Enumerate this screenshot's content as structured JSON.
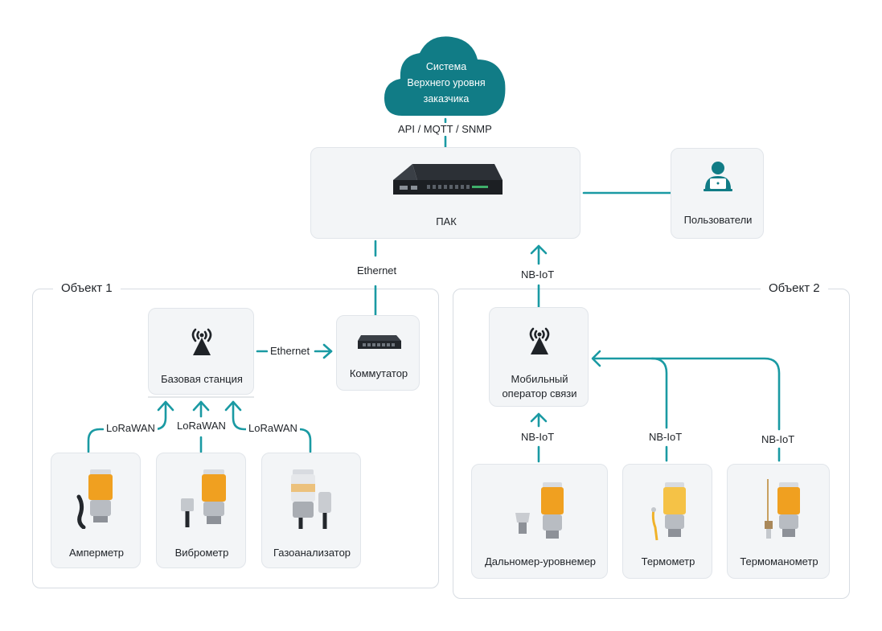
{
  "cloud": {
    "line1": "Система",
    "line2": "Верхнего уровня",
    "line3": "заказчика",
    "color": "#117c86"
  },
  "protocols": {
    "api": "API / MQTT / SNMP",
    "ethernet_top": "Ethernet",
    "ethernet_mid": "Ethernet",
    "nbiot_top": "NB-IoT",
    "lora1": "LoRaWAN",
    "lora2": "LoRaWAN",
    "lora3": "LoRaWAN",
    "nbiot_range": "NB-IoT",
    "nbiot_thermo": "NB-IoT",
    "nbiot_tmano": "NB-IoT"
  },
  "pak": {
    "label": "ПАК"
  },
  "users": {
    "label": "Пользователи"
  },
  "object1": {
    "title": "Объект 1",
    "base_station": "Базовая станция",
    "switch": "Коммутатор",
    "devices": [
      "Амперметр",
      "Виброметр",
      "Газоанализатор"
    ]
  },
  "object2": {
    "title": "Объект 2",
    "operator_line1": "Мобильный",
    "operator_line2": "оператор связи",
    "devices": [
      "Дальномер-уровнемер",
      "Термометр",
      "Термоманометр"
    ]
  },
  "colors": {
    "accent": "#1a9aa3",
    "card": "#f3f5f7",
    "sensor_orange": "#f0a020"
  }
}
